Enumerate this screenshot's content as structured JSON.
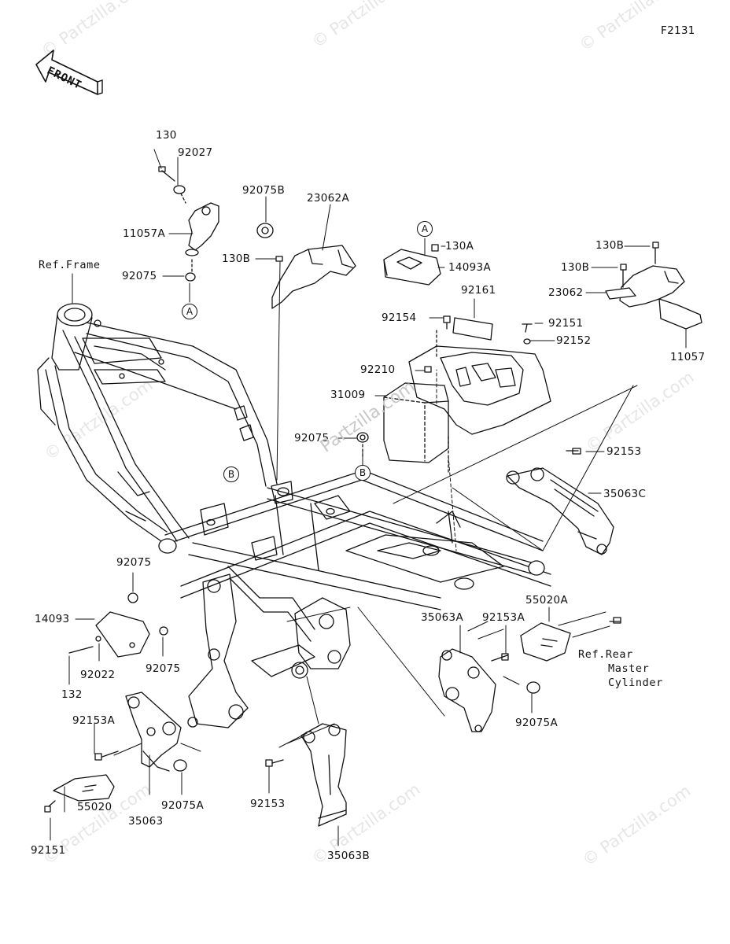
{
  "figure_code": "F2131",
  "direction_label": "FRONT",
  "watermark": {
    "text": "© Partzilla.com",
    "center_text": "Partzilla.com"
  },
  "callouts": {
    "A": "A",
    "B": "B"
  },
  "references": {
    "frame": "Ref.Frame",
    "rear_master_cylinder": [
      "Ref.Rear",
      "Master",
      "Cylinder"
    ]
  },
  "parts": [
    {
      "id": "p130",
      "number": "130"
    },
    {
      "id": "p92027",
      "number": "92027"
    },
    {
      "id": "p92075B",
      "number": "92075B"
    },
    {
      "id": "p23062A",
      "number": "23062A"
    },
    {
      "id": "p11057A",
      "number": "11057A"
    },
    {
      "id": "p130B_left",
      "number": "130B"
    },
    {
      "id": "p92075_top",
      "number": "92075"
    },
    {
      "id": "p130A",
      "number": "130A"
    },
    {
      "id": "p14093A",
      "number": "14093A"
    },
    {
      "id": "p92161",
      "number": "92161"
    },
    {
      "id": "p92154",
      "number": "92154"
    },
    {
      "id": "p92151_top",
      "number": "92151"
    },
    {
      "id": "p92152",
      "number": "92152"
    },
    {
      "id": "p92210",
      "number": "92210"
    },
    {
      "id": "p31009",
      "number": "31009"
    },
    {
      "id": "p92075_mid",
      "number": "92075"
    },
    {
      "id": "p130B_r1",
      "number": "130B"
    },
    {
      "id": "p130B_r2",
      "number": "130B"
    },
    {
      "id": "p23062",
      "number": "23062"
    },
    {
      "id": "p11057",
      "number": "11057"
    },
    {
      "id": "p92153_r",
      "number": "92153"
    },
    {
      "id": "p35063C",
      "number": "35063C"
    },
    {
      "id": "p92075_l",
      "number": "92075"
    },
    {
      "id": "p14093",
      "number": "14093"
    },
    {
      "id": "p92022",
      "number": "92022"
    },
    {
      "id": "p92075_l2",
      "number": "92075"
    },
    {
      "id": "p132",
      "number": "132"
    },
    {
      "id": "p35063A",
      "number": "35063A"
    },
    {
      "id": "p92153A_r",
      "number": "92153A"
    },
    {
      "id": "p55020A",
      "number": "55020A"
    },
    {
      "id": "p92075A_r",
      "number": "92075A"
    },
    {
      "id": "p92153A_l",
      "number": "92153A"
    },
    {
      "id": "p55020",
      "number": "55020"
    },
    {
      "id": "p35063",
      "number": "35063"
    },
    {
      "id": "p92075A_l",
      "number": "92075A"
    },
    {
      "id": "p92151_bot",
      "number": "92151"
    },
    {
      "id": "p92153_bot",
      "number": "92153"
    },
    {
      "id": "p35063B",
      "number": "35063B"
    }
  ]
}
